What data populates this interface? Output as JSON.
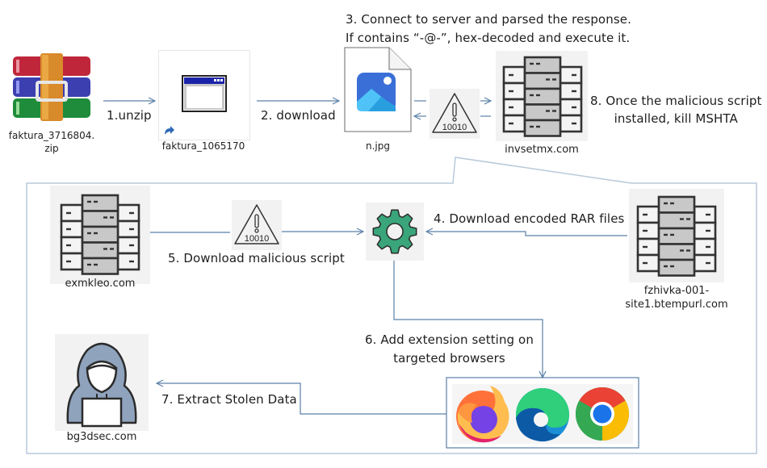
{
  "title": "Malware infection chain diagram",
  "nodes": {
    "zip_file": {
      "label": "faktura_3716804.\nzip",
      "label_line1": "faktura_3716804.",
      "label_line2": "zip",
      "icon": "winrar-archive-icon"
    },
    "shortcut_file": {
      "label": "faktura_1065170",
      "icon": "application-window-shortcut-icon"
    },
    "image_file": {
      "label": "n.jpg",
      "icon": "image-file-icon"
    },
    "server_invsetmx": {
      "label": "invsetmx.com",
      "icon": "server-rack-icon"
    },
    "server_exmkleo": {
      "label": "exmkleo.com",
      "icon": "server-rack-icon"
    },
    "server_fzhivka": {
      "label_line1": "fzhivka-001-",
      "label_line2": "site1.btempurl.com",
      "icon": "server-rack-icon"
    },
    "gear": {
      "icon": "gear-icon"
    },
    "browsers": {
      "icons": [
        "firefox-icon",
        "edge-icon",
        "chrome-icon"
      ]
    },
    "attacker": {
      "label": "bg3dsec.com",
      "icon": "hacker-icon"
    },
    "warning_1": {
      "text": "10010",
      "icon": "binary-warning-icon"
    },
    "warning_2": {
      "text": "10010",
      "icon": "binary-warning-icon"
    }
  },
  "steps": {
    "s1": "1.unzip",
    "s2": "2. download",
    "s3_line1": "3. Connect to server and parsed the response.",
    "s3_line2": "If contains “-@-”, hex-decoded and execute it.",
    "s4": "4. Download encoded RAR files",
    "s5": "5. Download malicious script",
    "s6_line1": "6. Add extension setting on",
    "s6_line2": "targeted browsers",
    "s7": "7. Extract Stolen Data",
    "s8_line1": "8. Once the malicious script",
    "s8_line2": "installed, kill MSHTA"
  },
  "colors": {
    "arrow": "#5a80a8",
    "box_border": "#b9c9da",
    "gear": "#3aa57a",
    "tile_bg": "#f2f2f2",
    "server_gray": "#c8c8c8"
  }
}
